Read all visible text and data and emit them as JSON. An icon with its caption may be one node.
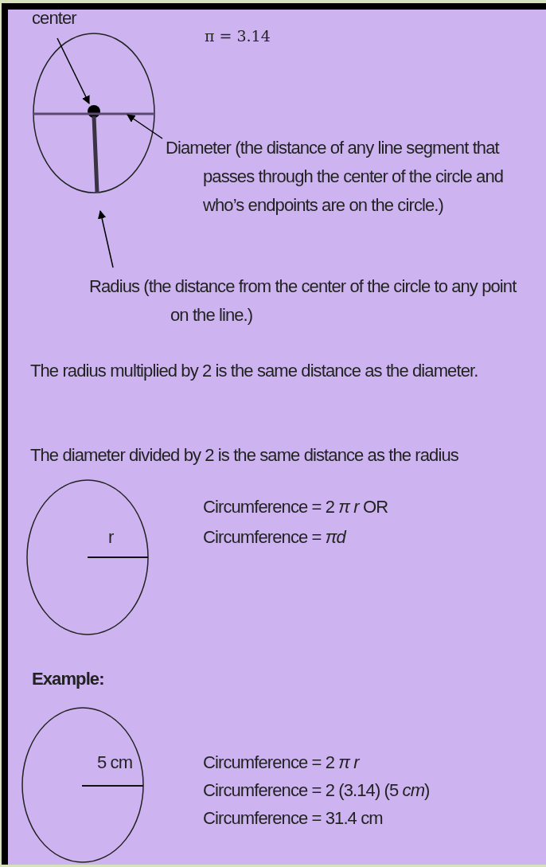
{
  "diagram": {
    "nodes": [
      {
        "text": [
          "center"
        ]
      },
      {
        "text": [],
        "shape": "circle"
      },
      {
        "text": [
          "Diameter (the distance of any line segment that passes through the center of the circle and who’s endpoints are on the circle.)"
        ]
      },
      {
        "text": [],
        "shape": "line"
      },
      {
        "text": [
          "Radius (the distance from the center of the circle to any point on the line.)"
        ]
      },
      {
        "text": [],
        "shape": "line"
      }
    ],
    "edges": [
      {
        "from": 0,
        "to": 1,
        "arrow": "to"
      },
      {
        "from": 2,
        "to": 3,
        "arrow": "to"
      },
      {
        "from": 4,
        "to": 5,
        "arrow": "to"
      }
    ],
    "labels": [
      "π = 3.14",
      "The radius multiplied by 2 is the same distance as the diameter.",
      "The diameter divided by 2 is the same distance as the radius",
      "r",
      "Circumference = 2 *π r* OR",
      "Circumference = *πd*",
      "Example:",
      "5 cm",
      "Circumference = 2 *π r*",
      "Circumference = 2 (3.14) (5 *cm*)",
      "Circumference = 31.4 cm"
    ]
  }
}
